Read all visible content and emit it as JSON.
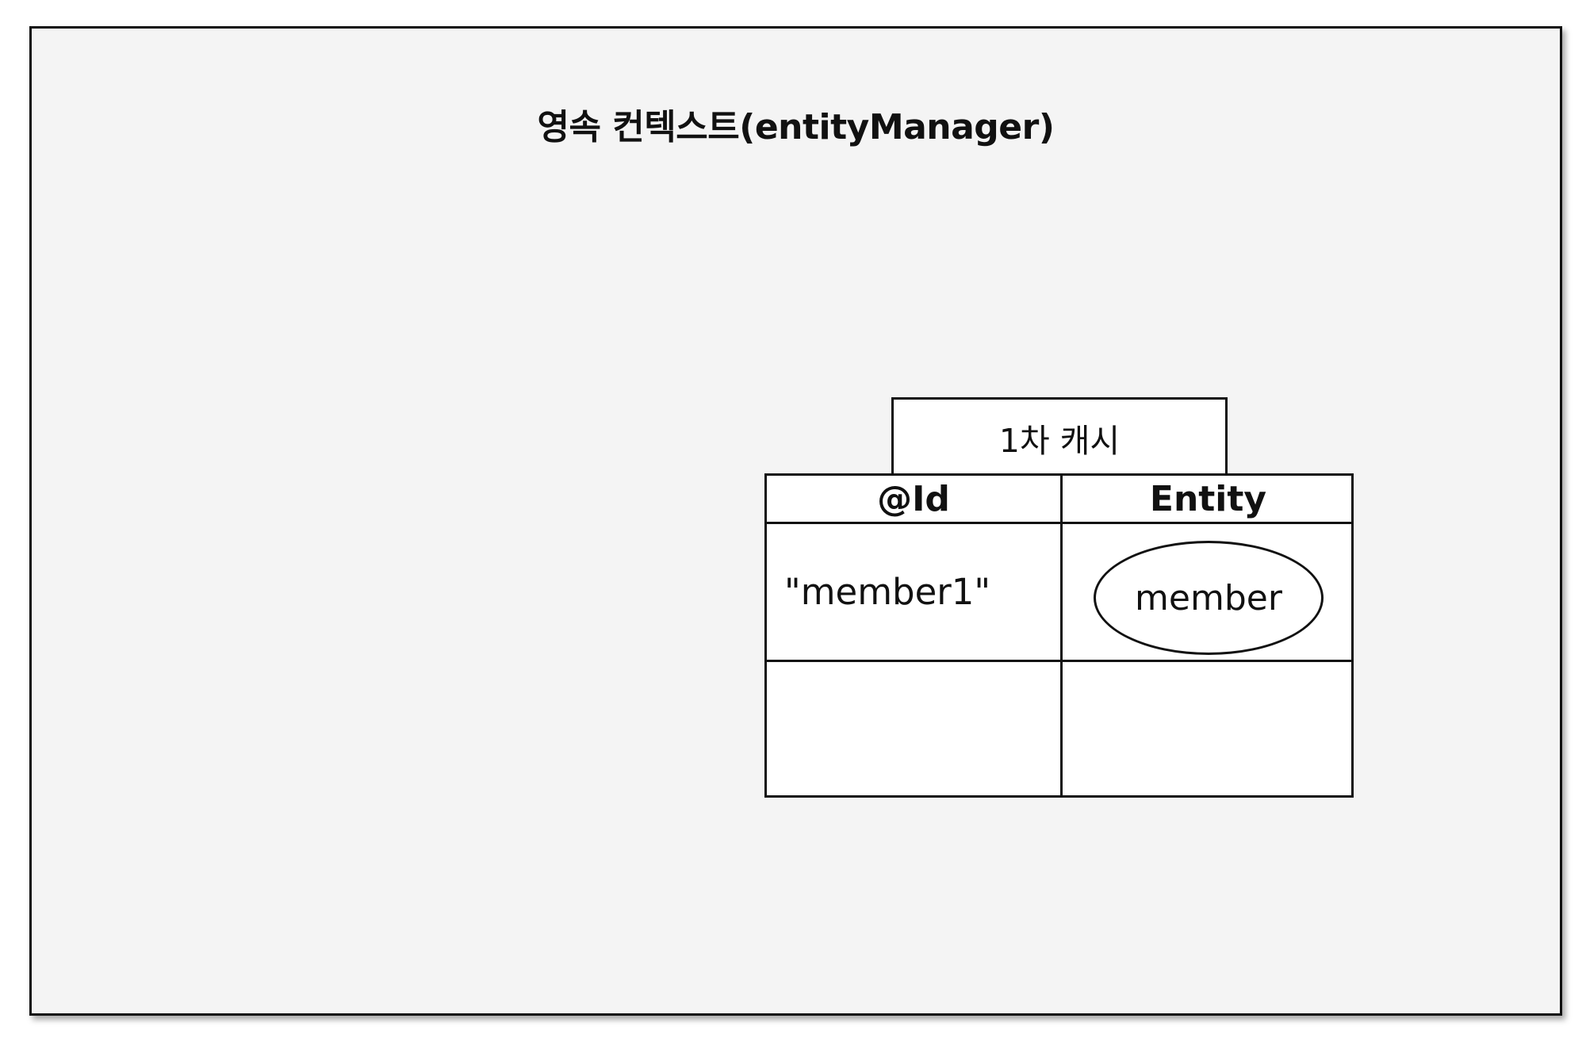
{
  "diagram": {
    "title": "영속 컨텍스트(entityManager)",
    "cache": {
      "label": "1차 캐시",
      "columns": [
        "@Id",
        "Entity"
      ],
      "rows": [
        {
          "id": "\"member1\"",
          "entity": "member"
        },
        {
          "id": "",
          "entity": ""
        }
      ]
    }
  }
}
